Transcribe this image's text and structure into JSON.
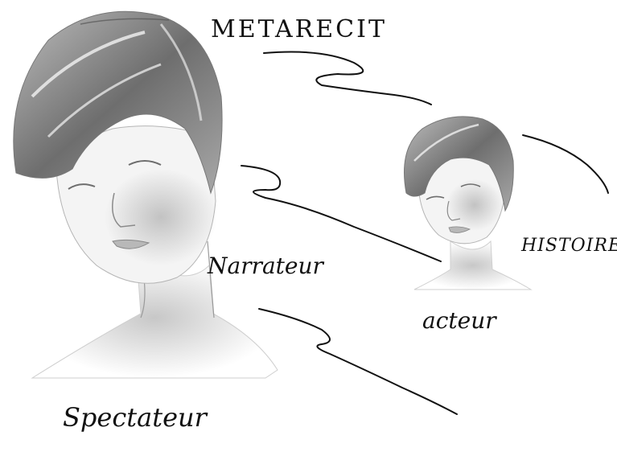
{
  "labels": {
    "metarecit": "METARECIT",
    "histoire": "HISTOIRE",
    "narrateur": "Narrateur",
    "acteur": "acteur",
    "spectateur": "Spectateur"
  },
  "colors": {
    "background": "#ffffff",
    "ink": "#111111",
    "shade": "#9a9a9a",
    "hair": "#6e6e6e"
  }
}
